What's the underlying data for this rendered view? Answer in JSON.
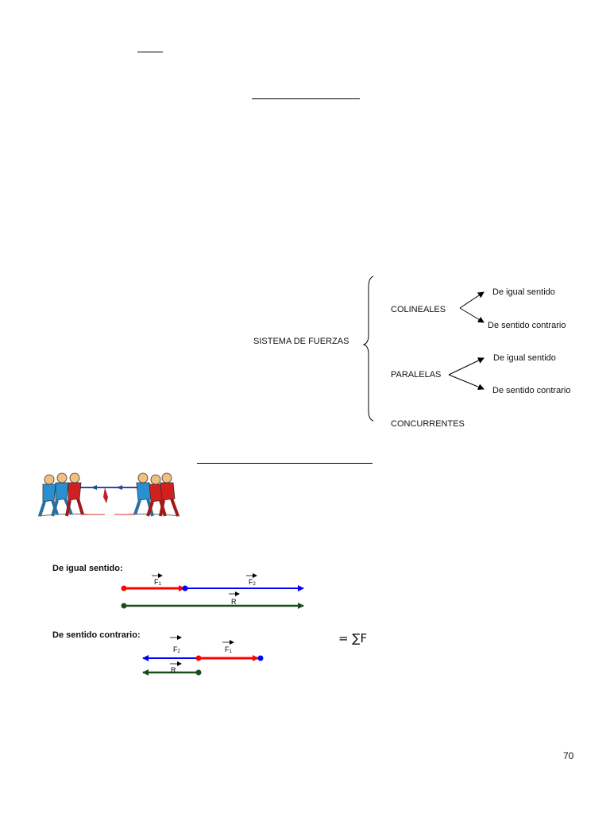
{
  "diagram": {
    "root": "SISTEMA DE FUERZAS",
    "groups": [
      {
        "name": "COLINEALES",
        "branches": [
          "De igual sentido",
          "De sentido contrario"
        ]
      },
      {
        "name": "PARALELAS",
        "branches": [
          "De igual sentido",
          "De sentido contrario"
        ]
      },
      {
        "name": "CONCURRENTES",
        "branches": []
      }
    ]
  },
  "vectors": {
    "same_direction_label": "De igual sentido:",
    "opposite_direction_label": "De sentido contrario:",
    "f1": "F",
    "f1_sub": "1",
    "f2": "F",
    "f2_sub": "2",
    "r": "R",
    "colors": {
      "f1": "#ff0000",
      "f2": "#0000ff",
      "r": "#1a4d1a"
    }
  },
  "formula": "= ∑F",
  "page_number": "70"
}
